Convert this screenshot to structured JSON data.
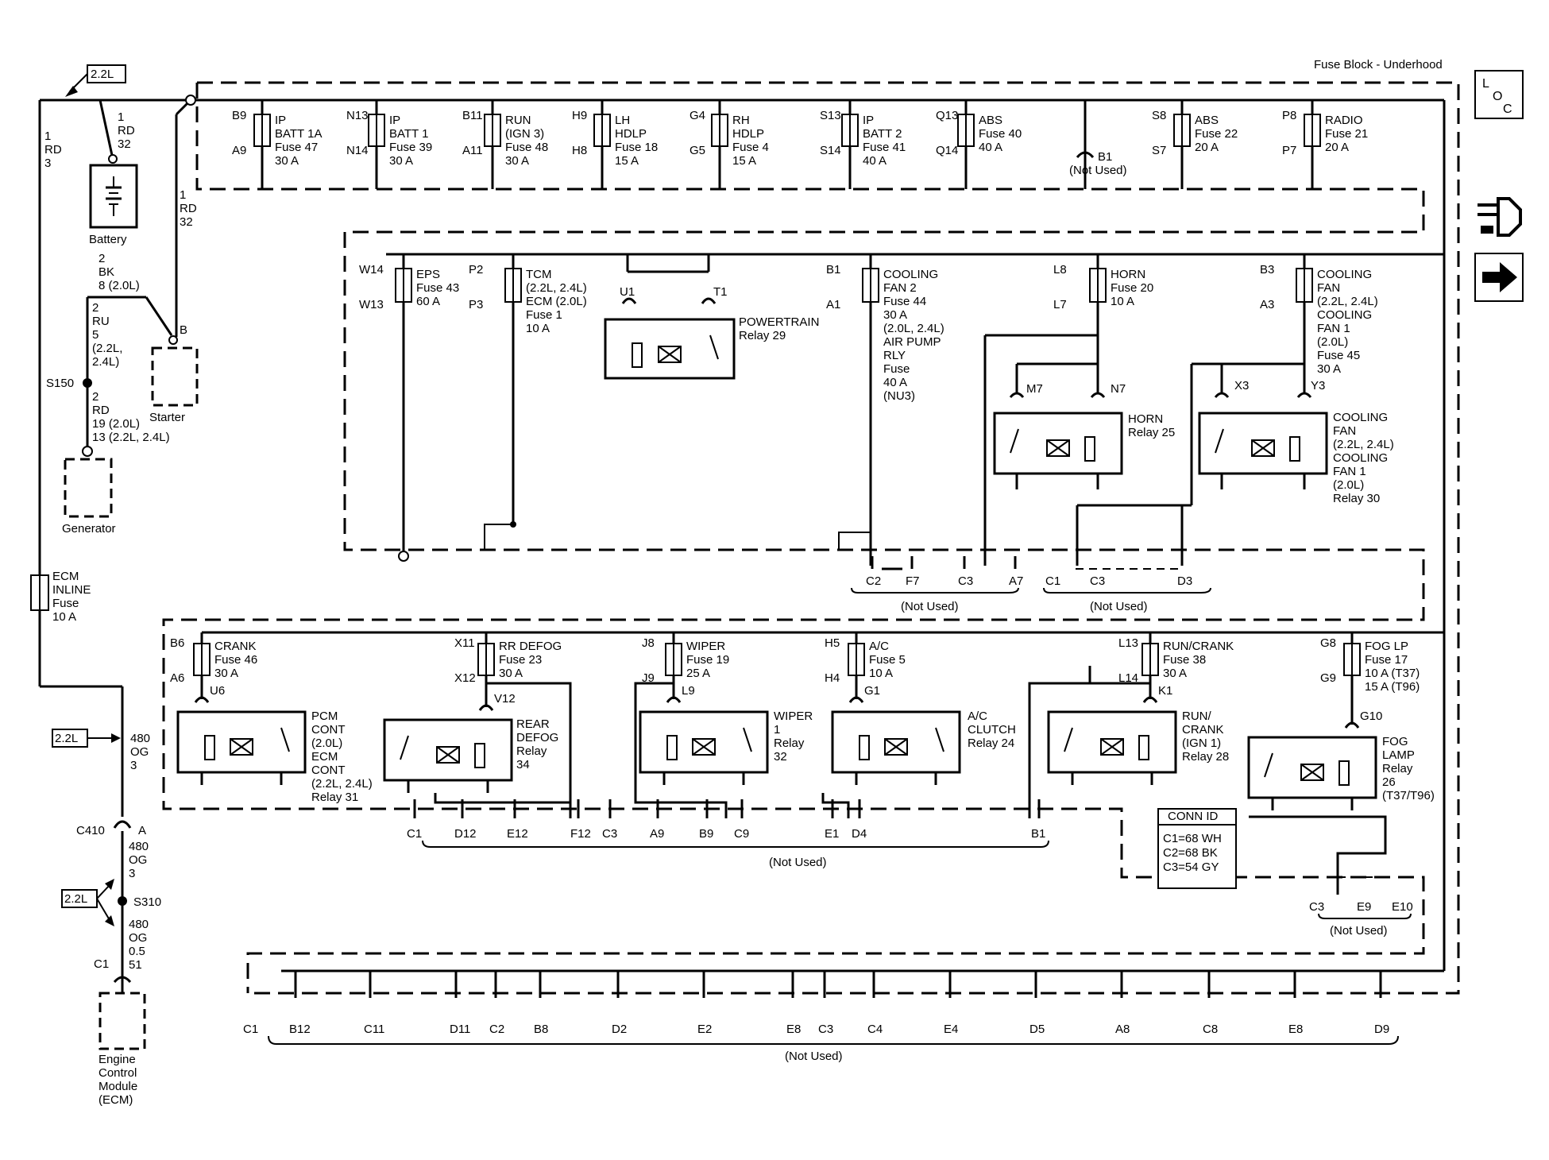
{
  "fuse_block": {
    "title": "Fuse Block - Underhood",
    "top_fuses": [
      {
        "pins": [
          "B9",
          "A9"
        ],
        "lines": [
          "IP",
          "BATT 1A",
          "Fuse 47",
          "30 A"
        ]
      },
      {
        "pins": [
          "N13",
          "N14"
        ],
        "lines": [
          "IP",
          "BATT 1",
          "Fuse 39",
          "30 A"
        ]
      },
      {
        "pins": [
          "B11",
          "A11"
        ],
        "lines": [
          "RUN",
          "(IGN 3)",
          "Fuse 48",
          "30 A"
        ]
      },
      {
        "pins": [
          "H9",
          "H8"
        ],
        "lines": [
          "LH",
          "HDLP",
          "Fuse 18",
          "15 A"
        ]
      },
      {
        "pins": [
          "G4",
          "G5"
        ],
        "lines": [
          "RH",
          "HDLP",
          "Fuse 4",
          "15 A"
        ]
      },
      {
        "pins": [
          "S13",
          "S14"
        ],
        "lines": [
          "IP",
          "BATT 2",
          "Fuse 41",
          "40 A"
        ]
      },
      {
        "pins": [
          "Q13",
          "Q14"
        ],
        "lines": [
          "ABS",
          "Fuse 40",
          "40 A"
        ]
      },
      {
        "pins": [
          "B1"
        ],
        "lines": [
          "(Not Used)"
        ]
      },
      {
        "pins": [
          "S8",
          "S7"
        ],
        "lines": [
          "ABS",
          "Fuse 22",
          "20 A"
        ]
      },
      {
        "pins": [
          "P8",
          "P7"
        ],
        "lines": [
          "RADIO",
          "Fuse 21",
          "20 A"
        ]
      }
    ],
    "middle_fuses": [
      {
        "pins": [
          "W14",
          "W13"
        ],
        "lines": [
          "EPS",
          "Fuse 43",
          "60 A"
        ]
      },
      {
        "pins": [
          "P2",
          "P3"
        ],
        "lines": [
          "TCM",
          "(2.2L, 2.4L)",
          "ECM (2.0L)",
          "Fuse 1",
          "10 A"
        ]
      },
      {
        "pins": [
          "B1",
          "A1"
        ],
        "lines": [
          "COOLING",
          "FAN 2",
          "Fuse 44",
          "30 A",
          "(2.0L, 2.4L)",
          "AIR PUMP",
          "RLY",
          "Fuse",
          "40 A",
          "(NU3)"
        ]
      },
      {
        "pins": [
          "L8",
          "L7"
        ],
        "lines": [
          "HORN",
          "Fuse 20",
          "10 A"
        ]
      },
      {
        "pins": [
          "B3",
          "A3"
        ],
        "lines": [
          "COOLING",
          "FAN",
          "(2.2L, 2.4L)",
          "COOLING",
          "FAN 1",
          "(2.0L)",
          "Fuse 45",
          "30 A"
        ]
      }
    ],
    "middle_relays": [
      {
        "pins": [
          "U1",
          "T1"
        ],
        "lines": [
          "POWERTRAIN",
          "Relay 29"
        ]
      },
      {
        "pins": [
          "M7",
          "N7"
        ],
        "lines": [
          "HORN",
          "Relay 25"
        ]
      },
      {
        "pins": [
          "X3",
          "Y3"
        ],
        "lines": [
          "COOLING",
          "FAN",
          "(2.2L, 2.4L)",
          "COOLING",
          "FAN 1",
          "(2.0L)",
          "Relay 30"
        ]
      }
    ],
    "middle_connectors": {
      "left": [
        "C2",
        "F7",
        "C3",
        "A7"
      ],
      "right": [
        "C1",
        "C3",
        "D3"
      ],
      "not_used": "(Not Used)"
    },
    "lower_fuses": [
      {
        "pins": [
          "B6",
          "A6"
        ],
        "lines": [
          "CRANK",
          "Fuse 46",
          "30 A"
        ]
      },
      {
        "pins": [
          "X11",
          "X12"
        ],
        "lines": [
          "RR DEFOG",
          "Fuse 23",
          "30 A"
        ]
      },
      {
        "pins": [
          "J8",
          "J9"
        ],
        "lines": [
          "WIPER",
          "Fuse 19",
          "25 A"
        ]
      },
      {
        "pins": [
          "H5",
          "H4"
        ],
        "lines": [
          "A/C",
          "Fuse 5",
          "10 A"
        ]
      },
      {
        "pins": [
          "L13",
          "L14"
        ],
        "lines": [
          "RUN/CRANK",
          "Fuse 38",
          "30 A"
        ]
      },
      {
        "pins": [
          "G8",
          "G9"
        ],
        "lines": [
          "FOG LP",
          "Fuse 17",
          "10 A (T37)",
          "15 A (T96)"
        ]
      }
    ],
    "lower_relays": [
      {
        "pin": "U6",
        "lines": [
          "PCM",
          "CONT",
          "(2.0L)",
          "ECM",
          "CONT",
          "(2.2L, 2.4L)",
          "Relay 31"
        ]
      },
      {
        "pin": "V12",
        "lines": [
          "REAR",
          "DEFOG",
          "Relay",
          "34"
        ]
      },
      {
        "pin": "L9",
        "lines": [
          "WIPER",
          "1",
          "Relay",
          "32"
        ]
      },
      {
        "pin": "G1",
        "lines": [
          "A/C",
          "CLUTCH",
          "Relay 24"
        ]
      },
      {
        "pin": "K1",
        "lines": [
          "RUN/",
          "CRANK",
          "(IGN 1)",
          "Relay 28"
        ]
      },
      {
        "pin": "G10",
        "lines": [
          "FOG",
          "LAMP",
          "Relay",
          "26",
          "(T37/T96)"
        ]
      }
    ],
    "lower_connectors": {
      "labels": [
        "C1",
        "D12",
        "E12",
        "F12",
        "C3",
        "A9",
        "B9",
        "C9",
        "E1",
        "D4",
        "B1"
      ],
      "not_used": "(Not Used)"
    },
    "conn_id": {
      "title": "CONN ID",
      "lines": [
        "C1=68 WH",
        "C2=68 BK",
        "C3=54 GY"
      ]
    },
    "right_connectors": {
      "labels": [
        "C3",
        "E9",
        "E10"
      ],
      "not_used": "(Not Used)"
    },
    "bottom_connectors": {
      "labels": [
        "C1",
        "B12",
        "C11",
        "D11",
        "C2",
        "B8",
        "D2",
        "E2",
        "E8",
        "C3",
        "C4",
        "E4",
        "D5",
        "A8",
        "C8",
        "E8",
        "D9"
      ],
      "not_used": "(Not Used)"
    }
  },
  "left_circuit": {
    "badge": "2.2L",
    "wire_top_left": [
      "1",
      "RD",
      "3"
    ],
    "wire_battery": [
      "1",
      "RD",
      "32"
    ],
    "wire_starter_feed": [
      "1",
      "RD",
      "32"
    ],
    "battery_label": "Battery",
    "wire_bk": [
      "2",
      "BK",
      "8 (2.0L)"
    ],
    "starter_pin": "B",
    "starter_label": "Starter",
    "wire_ru": [
      "2",
      "RU",
      "5",
      "(2.2L,",
      "2.4L)"
    ],
    "splice_s150": "S150",
    "wire_rd": [
      "2",
      "RD",
      "19 (2.0L)",
      "13 (2.2L, 2.4L)"
    ],
    "generator_label": "Generator",
    "ecm_fuse": [
      "ECM",
      "INLINE",
      "Fuse",
      "10 A"
    ],
    "wire_og_top": [
      "480",
      "OG",
      "3"
    ],
    "connector_c410": "C410",
    "connector_c410_pin": "A",
    "wire_og_mid": [
      "480",
      "OG",
      "3"
    ],
    "splice_s310": "S310",
    "wire_og_bottom": [
      "480",
      "OG",
      "0.5",
      "51"
    ],
    "connector_c1": "C1",
    "ecm_label": [
      "Engine",
      "Control",
      "Module",
      "(ECM)"
    ]
  },
  "icons": {
    "loc_letters": [
      "L",
      "O",
      "C"
    ]
  }
}
